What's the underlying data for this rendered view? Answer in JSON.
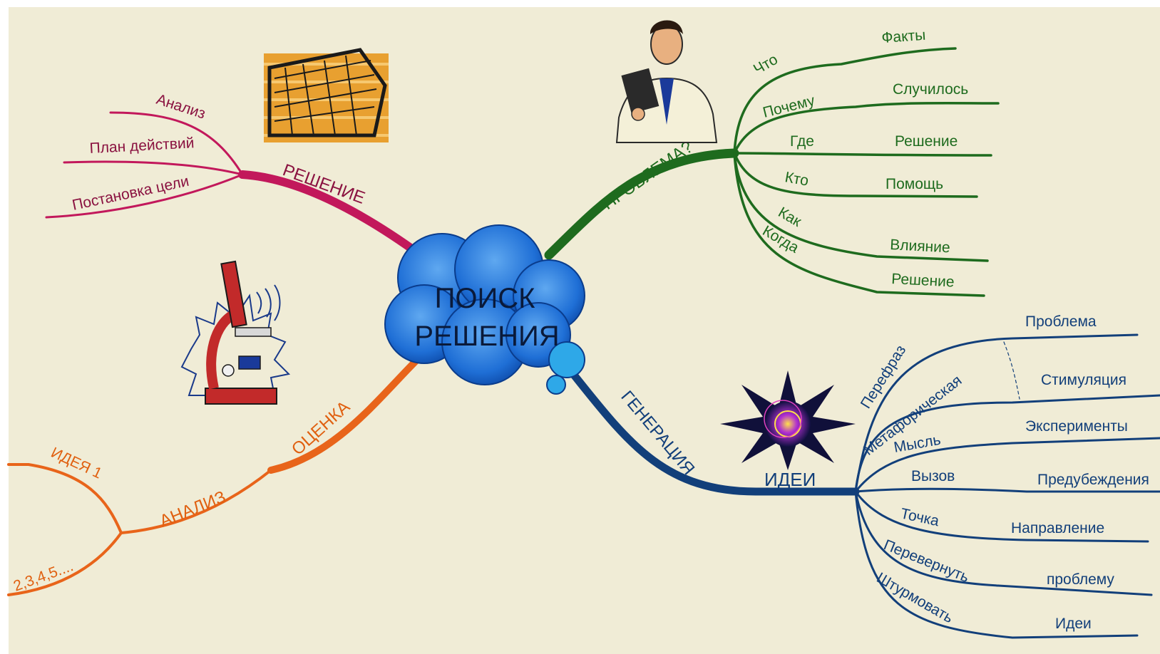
{
  "center": {
    "line1": "ПОИСК",
    "line2": "РЕШЕНИЯ"
  },
  "colors": {
    "problem": "#1e6b1e",
    "solution": "#c2185b",
    "evaluation": "#e8641a",
    "generation": "#123f7a",
    "cloud": "#1f6fd6",
    "background": "#f0ecd6"
  },
  "problem": {
    "label": "ПРОБЛЕМА?",
    "questions": [
      "Что",
      "Почему",
      "Где",
      "Кто",
      "Как",
      "Когда"
    ],
    "answers": [
      "Факты",
      "Случилось",
      "Решение",
      "Помощь",
      "Влияние",
      "Решение"
    ]
  },
  "solution": {
    "label": "РЕШЕНИЕ",
    "items": [
      "Анализ",
      "План действий",
      "Постановка цели"
    ]
  },
  "evaluation": {
    "label": "ОЦЕНКА",
    "analysis": "АНАЛИЗ",
    "idea1": "ИДЕЯ 1",
    "ideas_more": "2,3,4,5...."
  },
  "generation": {
    "label": "ГЕНЕРАЦИЯ",
    "ideas": "ИДЕИ",
    "methods": [
      "Перефраз",
      "Метафорическая",
      "Мысль",
      "Вызов",
      "Точка",
      "Перевернуть",
      "Штурмовать"
    ],
    "results": [
      "Проблема",
      "Стимуляция",
      "Эксперименты",
      "Предубеждения",
      "Направление",
      "проблему",
      "Идеи"
    ]
  },
  "icons": [
    "soccer-goal-icon",
    "businessman-icon",
    "microscope-icon",
    "starburst-idea-icon"
  ]
}
